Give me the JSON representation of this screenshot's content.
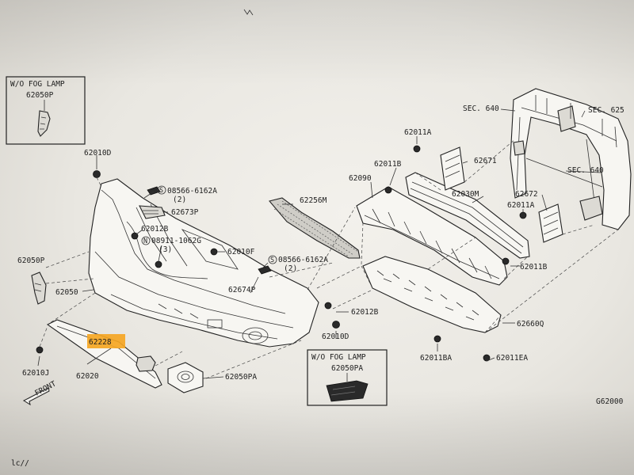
{
  "diagram": {
    "labels": {
      "wo_fog_lamp_1": "W/O FOG LAMP",
      "p62050P_box": "62050P",
      "p62010D_top": "62010D",
      "s08566_6162A_1": "08566-6162A",
      "qty2_1": "(2)",
      "p62673P": "62673P",
      "p62012B_1": "62012B",
      "n08911_1062G": "08911-1062G",
      "qty3": "(3)",
      "p62050P": "62050P",
      "p62050": "62050",
      "p62010F": "62010F",
      "p62256M": "62256M",
      "s08566_6162A_2": "08566-6162A",
      "qty2_2": "(2)",
      "p62674P": "62674P",
      "p62012B_2": "62012B",
      "p62010D_mid": "62010D",
      "p62228": "62228",
      "p62020": "62020",
      "p62010J": "62010J",
      "front": "FRONT",
      "p62050PA": "62050PA",
      "wo_fog_lamp_2": "W/O FOG LAMP",
      "p62050PA_box": "62050PA",
      "p62011A_1": "62011A",
      "p62011B_1": "62011B",
      "p62090": "62090",
      "p62671": "62671",
      "sec640_1": "SEC. 640",
      "sec625": "SEC. 625",
      "sec640_2": "SEC. 640",
      "p62030M": "62030M",
      "p62672": "62672",
      "p62011A_2": "62011A",
      "p62011B_2": "62011B",
      "p62660Q": "62660Q",
      "p62011BA": "62011BA",
      "p62011EA": "62011EA",
      "figure_code": "G62000",
      "corner_mark": "lc//"
    },
    "colors": {
      "highlight": "#f5a623",
      "ink": "#222222",
      "paper": "#f3f1ec"
    }
  }
}
